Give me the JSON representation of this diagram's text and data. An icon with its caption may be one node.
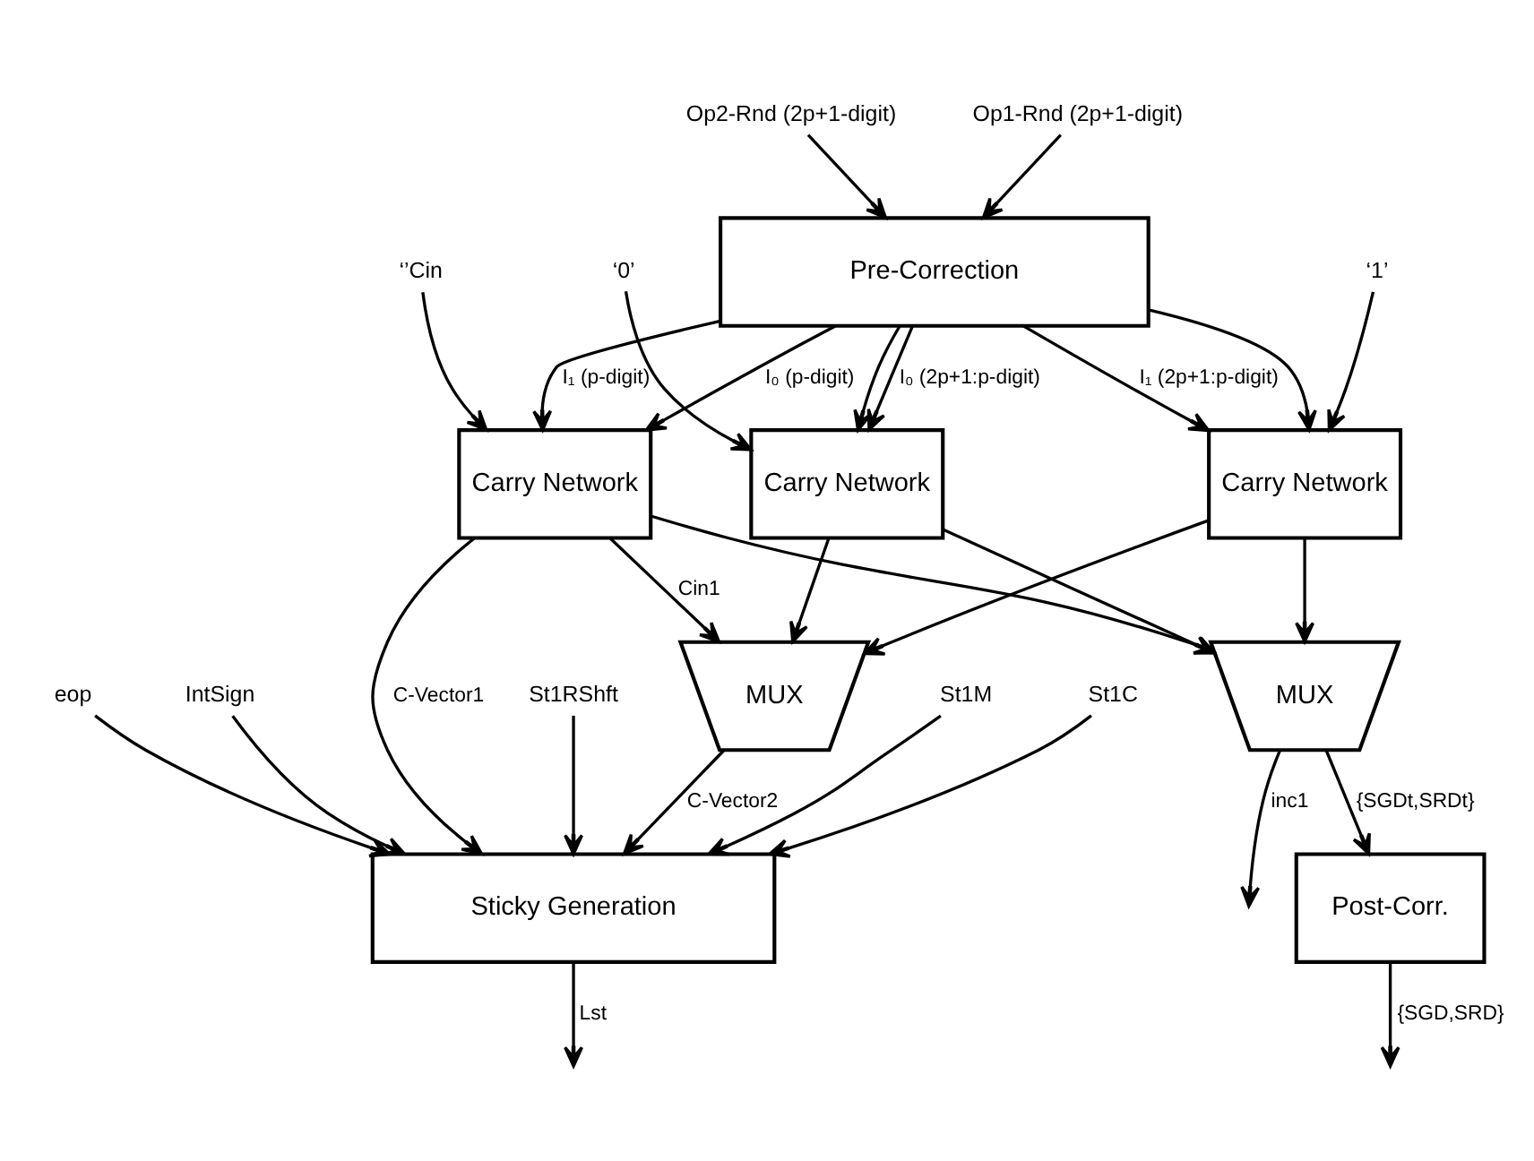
{
  "diagram": {
    "nodes": [
      {
        "text": [
          "Op2-Rnd (2p+1-digit)"
        ]
      },
      {
        "text": [
          "Op1-Rnd (2p+1-digit)"
        ]
      },
      {
        "text": [
          "Pre-Correction"
        ]
      },
      {
        "text": [
          "‘1’"
        ]
      },
      {
        "text": [
          "‘0’"
        ]
      },
      {
        "text": [
          "‘’Cin"
        ]
      },
      {
        "text": [
          "Carry Network"
        ]
      },
      {
        "text": [
          "Carry Network"
        ]
      },
      {
        "text": [
          "Carry Network"
        ]
      },
      {
        "text": [
          "MUX"
        ]
      },
      {
        "text": [
          "MUX"
        ]
      },
      {
        "text": [
          "St1RShft"
        ]
      },
      {
        "text": [
          "St1M"
        ]
      },
      {
        "text": [
          "St1C"
        ]
      },
      {
        "text": [
          "Post-Corr."
        ]
      },
      {
        "text": [
          "Sticky Generation"
        ]
      },
      {
        "text": [
          "eop"
        ]
      },
      {
        "text": [
          "IntSign"
        ]
      }
    ],
    "edges": [
      {
        "from": 0,
        "to": 2,
        "arrow": "to"
      },
      {
        "from": 1,
        "to": 2,
        "arrow": "to"
      },
      {
        "from": 2,
        "to": 6,
        "arrow": "to",
        "label": "I₁ (2p+1:p-digit)"
      },
      {
        "from": 2,
        "to": 6,
        "arrow": "to"
      },
      {
        "from": 2,
        "to": 7,
        "arrow": "to"
      },
      {
        "from": 2,
        "to": 7,
        "arrow": "to",
        "label": "I₀ (2p+1:p-digit)"
      },
      {
        "from": 2,
        "to": 8,
        "arrow": "to",
        "label": "I₁ (p-digit)"
      },
      {
        "from": 2,
        "to": 8,
        "arrow": "to",
        "label": "I₀ (p-digit)"
      },
      {
        "from": 3,
        "to": 6,
        "arrow": "to"
      },
      {
        "from": 4,
        "to": 7,
        "arrow": "to"
      },
      {
        "from": 5,
        "to": 8,
        "arrow": "to"
      },
      {
        "from": 6,
        "to": 9,
        "arrow": "to"
      },
      {
        "from": 6,
        "to": 10,
        "arrow": "to"
      },
      {
        "from": 7,
        "to": 9,
        "arrow": "to"
      },
      {
        "from": 7,
        "to": 10,
        "arrow": "to"
      },
      {
        "from": 8,
        "to": 10,
        "arrow": "to",
        "label": "Cin1"
      },
      {
        "from": 8,
        "to": 9,
        "arrow": "to"
      },
      {
        "from": 8,
        "to": 15,
        "arrow": "to",
        "label": "C-Vector1"
      },
      {
        "from": 10,
        "to": 15,
        "arrow": "to",
        "label": "C-Vector2"
      },
      {
        "from": 9,
        "to": 14,
        "arrow": "to",
        "label": "{SGDt,SRDt}"
      },
      {
        "from": 9,
        "to": null,
        "arrow": "to",
        "label": "inc1"
      },
      {
        "from": 14,
        "to": null,
        "arrow": "to",
        "label": "{SGD,SRD}"
      },
      {
        "from": 11,
        "to": 15,
        "arrow": "to"
      },
      {
        "from": 12,
        "to": 15,
        "arrow": "to"
      },
      {
        "from": 13,
        "to": 15,
        "arrow": "to"
      },
      {
        "from": 16,
        "to": 15,
        "arrow": "to"
      },
      {
        "from": 17,
        "to": 15,
        "arrow": "to"
      },
      {
        "from": 15,
        "to": null,
        "arrow": "to",
        "label": "Lst"
      }
    ]
  }
}
